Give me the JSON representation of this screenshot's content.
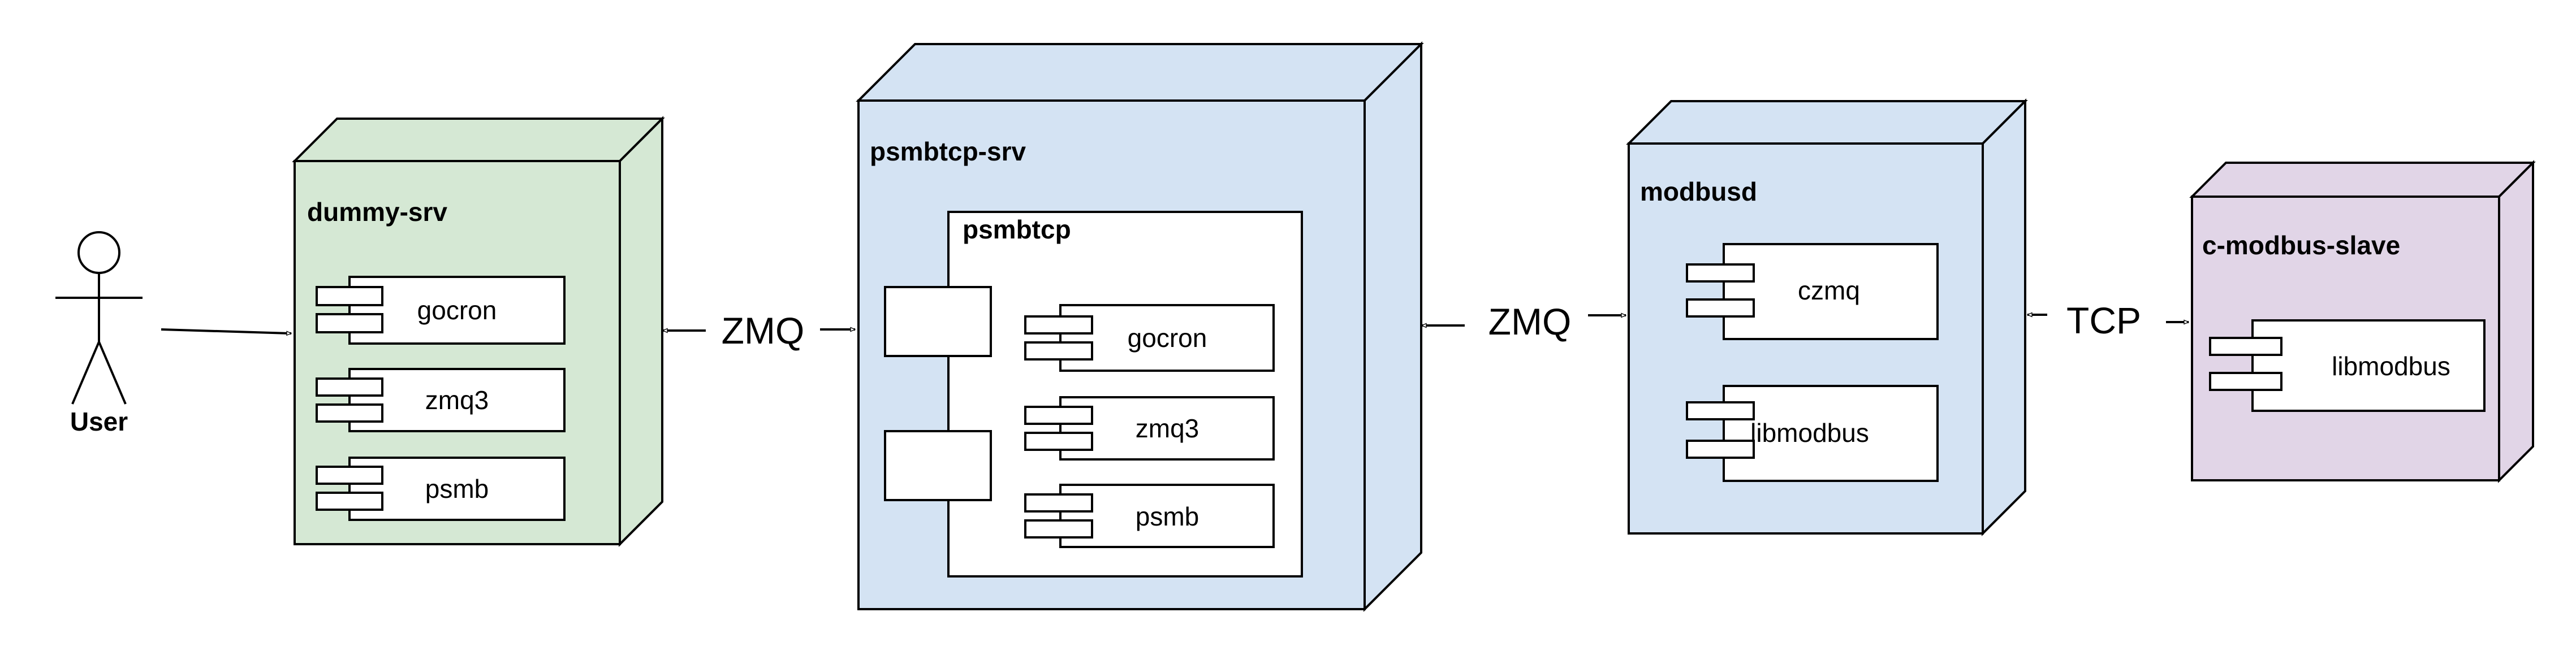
{
  "colors": {
    "green_fill": "#d5e8d4",
    "blue_fill": "#d4e3f3",
    "purple_fill": "#e1d5e7",
    "white": "#ffffff",
    "stroke": "#000000"
  },
  "actor": {
    "label": "User",
    "icon": "stick-figure-icon"
  },
  "nodes": {
    "dummy_srv": {
      "title": "dummy-srv",
      "components": [
        "gocron",
        "zmq3",
        "psmb"
      ]
    },
    "psmbtcp_srv": {
      "title": "psmbtcp-srv",
      "inner_title": "psmbtcp",
      "components": [
        "gocron",
        "zmq3",
        "psmb"
      ]
    },
    "modbusd": {
      "title": "modbusd",
      "components": [
        "czmq",
        "libmodbus"
      ]
    },
    "c_modbus_slave": {
      "title": "c-modbus-slave",
      "components": [
        "libmodbus"
      ]
    }
  },
  "edges": {
    "dummy_to_psmbtcp": "ZMQ",
    "psmbtcp_to_modbusd": "ZMQ",
    "modbusd_to_slave": "TCP"
  }
}
